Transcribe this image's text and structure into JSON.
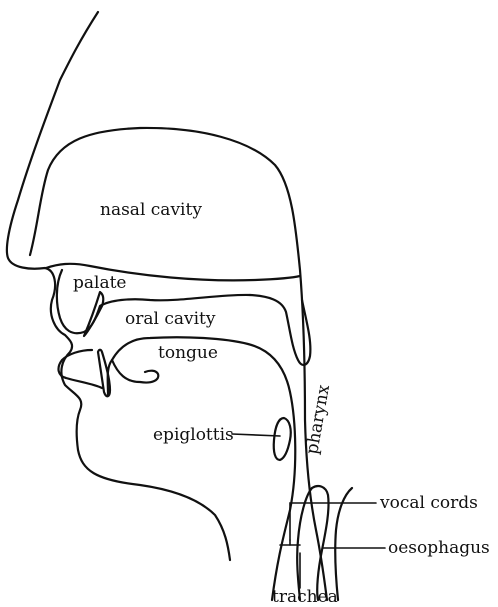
{
  "labels": {
    "nasal_cavity": "nasal cavity",
    "palate": "palate",
    "oral_cavity": "oral cavity",
    "tongue": "tongue",
    "epiglottis": "epiglottis",
    "pharynx": "pharynx",
    "vocal_cords": "vocal cords",
    "oesophagus": "oesophagus",
    "trachea": "trachea"
  }
}
